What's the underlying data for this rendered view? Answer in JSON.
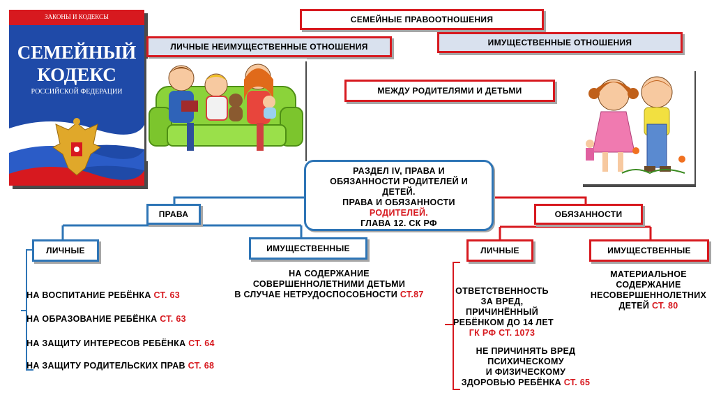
{
  "title": "СЕМЕЙНЫЕ ПРАВООТНОШЕНИЯ",
  "personal_relations": "ЛИЧНЫЕ НЕИМУЩЕСТВЕННЫЕ ОТНОШЕНИЯ",
  "property_relations": "ИМУЩЕСТВЕННЫЕ ОТНОШЕНИЯ",
  "between": "МЕЖДУ РОДИТЕЛЯМИ И ДЕТЬМИ",
  "book": {
    "series": "ЗАКОНЫ И КОДЕКСЫ",
    "title1": "СЕМЕЙНЫЙ",
    "title2": "КОДЕКС",
    "subtitle": "РОССИЙСКОЙ ФЕДЕРАЦИИ"
  },
  "center_box": {
    "line1": "РАЗДЕЛ IV, ПРАВА И",
    "line2": "ОБЯЗАННОСТИ РОДИТЕЛЕЙ И",
    "line3": "ДЕТЕЙ.",
    "line4": "ПРАВА И ОБЯЗАННОСТИ",
    "line5": "РОДИТЕЛЕЙ.",
    "line6": "ГЛАВА 12. СК РФ"
  },
  "rights": {
    "label": "ПРАВА",
    "personal": "ЛИЧНЫЕ",
    "property": "ИМУЩЕСТВЕННЫЕ",
    "personal_items": [
      {
        "text": "НА ВОСПИТАНИЕ РЕБЁНКА ",
        "ref": "СТ. 63"
      },
      {
        "text": "НА ОБРАЗОВАНИЕ  РЕБЁНКА ",
        "ref": "СТ. 63"
      },
      {
        "text": "НА ЗАЩИТУ ИНТЕРЕСОВ РЕБЁНКА ",
        "ref": "СТ. 64"
      },
      {
        "text": "НА ЗАЩИТУ РОДИТЕЛЬСКИХ ПРАВ ",
        "ref": "СТ. 68"
      }
    ],
    "property_text1": "НА СОДЕРЖАНИЕ",
    "property_text2": "СОВЕРШЕННОЛЕТНИМИ ДЕТЬМИ",
    "property_text3": "В СЛУЧАЕ НЕТРУДОСПОСОБНОСТИ ",
    "property_ref": "СТ.87"
  },
  "duties": {
    "label": "ОБЯЗАННОСТИ",
    "personal": "ЛИЧНЫЕ",
    "property": "ИМУЩЕСТВЕННЫЕ",
    "resp1": "ОТВЕТСТВЕННОСТЬ",
    "resp2": "ЗА ВРЕД,",
    "resp3": "ПРИЧИНЁННЫЙ",
    "resp4": "РЕБЁНКОМ ДО 14 ЛЕТ",
    "resp_ref": "ГК РФ СТ. 1073",
    "harm1": "НЕ ПРИЧИНЯТЬ ВРЕД",
    "harm2": "ПСИХИЧЕСКОМУ",
    "harm3": "И ФИЗИЧЕСКОМУ",
    "harm4": "ЗДОРОВЬЮ РЕБЁНКА ",
    "harm_ref": "СТ. 65",
    "mat1": "МАТЕРИАЛЬНОЕ",
    "mat2": "СОДЕРЖАНИЕ",
    "mat3": "НЕСОВЕРШЕННОЛЕТНИХ",
    "mat4": "ДЕТЕЙ ",
    "mat_ref": "СТ. 80"
  },
  "colors": {
    "red": "#d7191f",
    "blue": "#2e75b6"
  }
}
